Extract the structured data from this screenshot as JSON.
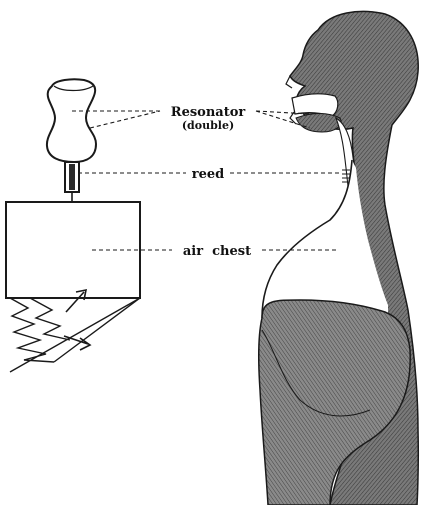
{
  "labels": {
    "resonator": "Resonator",
    "resonator_sub": "(double)",
    "reed": "reed",
    "air_chest": "air  chest"
  },
  "colors": {
    "ink": "#1a1a1a",
    "shade": "#6f6f6f",
    "light_shade": "#9a9a9a",
    "paper": "#ffffff"
  }
}
